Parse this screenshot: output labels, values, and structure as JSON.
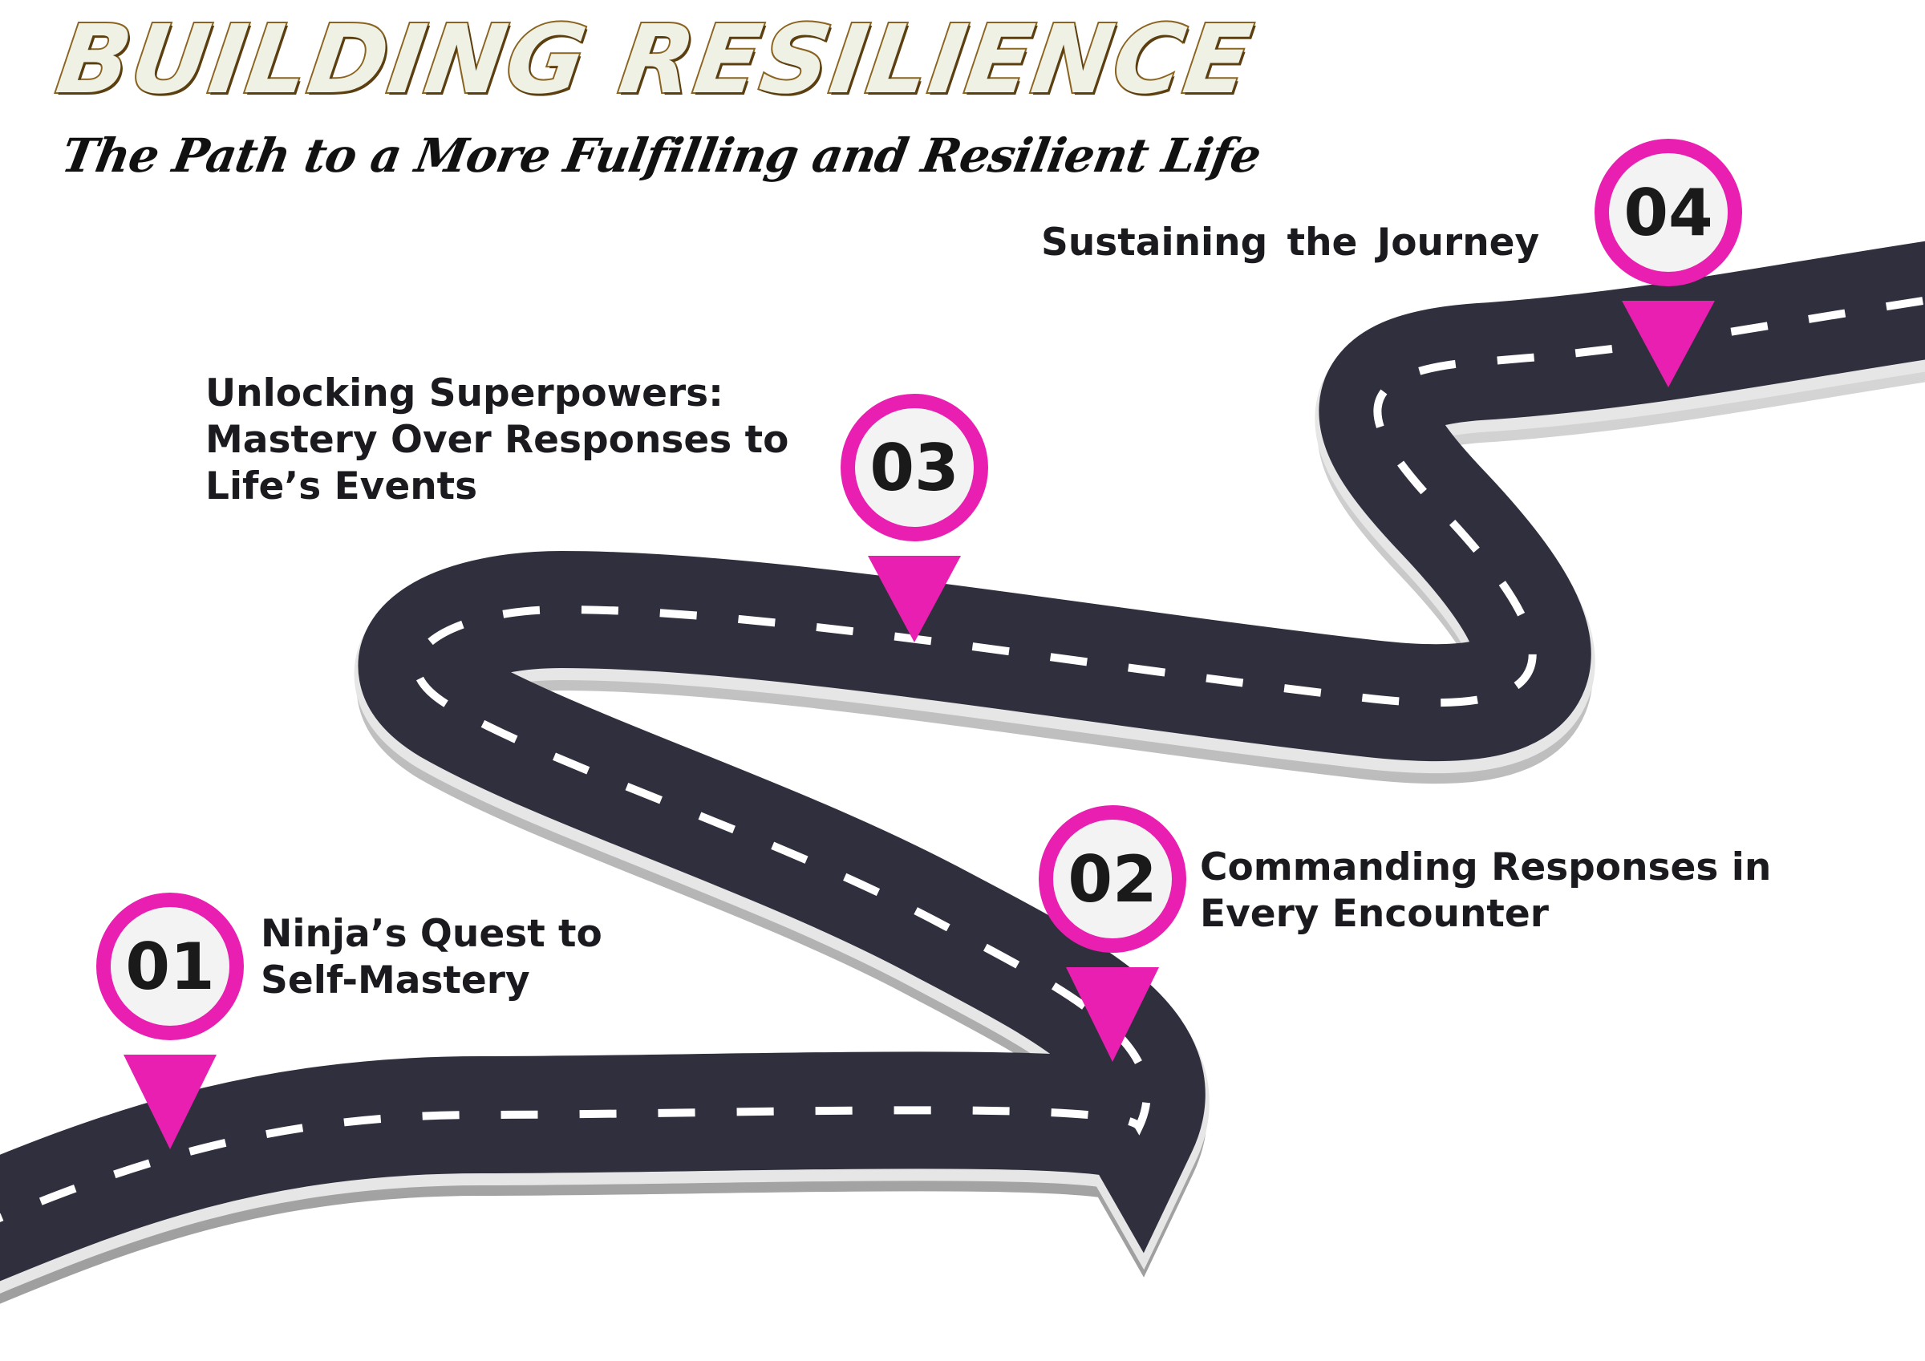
{
  "header": {
    "title": "BUILDING RESILIENCE",
    "subtitle": "The Path to a More Fulfilling and Resilient Life"
  },
  "colors": {
    "pin": "#e81fb0",
    "pin_inner": "#f3f3f3",
    "road": "#2f2f3d",
    "road_side": "#bdbdbd",
    "road_dash": "#ffffff",
    "title_fill": "#eef1e4",
    "title_outline": "#8a6420"
  },
  "steps": [
    {
      "number": "01",
      "label": "Ninja’s Quest to\nSelf-Mastery"
    },
    {
      "number": "02",
      "label": "Commanding Responses in\nEvery Encounter"
    },
    {
      "number": "03",
      "label": "Unlocking  Superpowers:\nMastery Over Responses to\nLife’s Events"
    },
    {
      "number": "04",
      "label": "Sustaining  the  Journey"
    }
  ]
}
